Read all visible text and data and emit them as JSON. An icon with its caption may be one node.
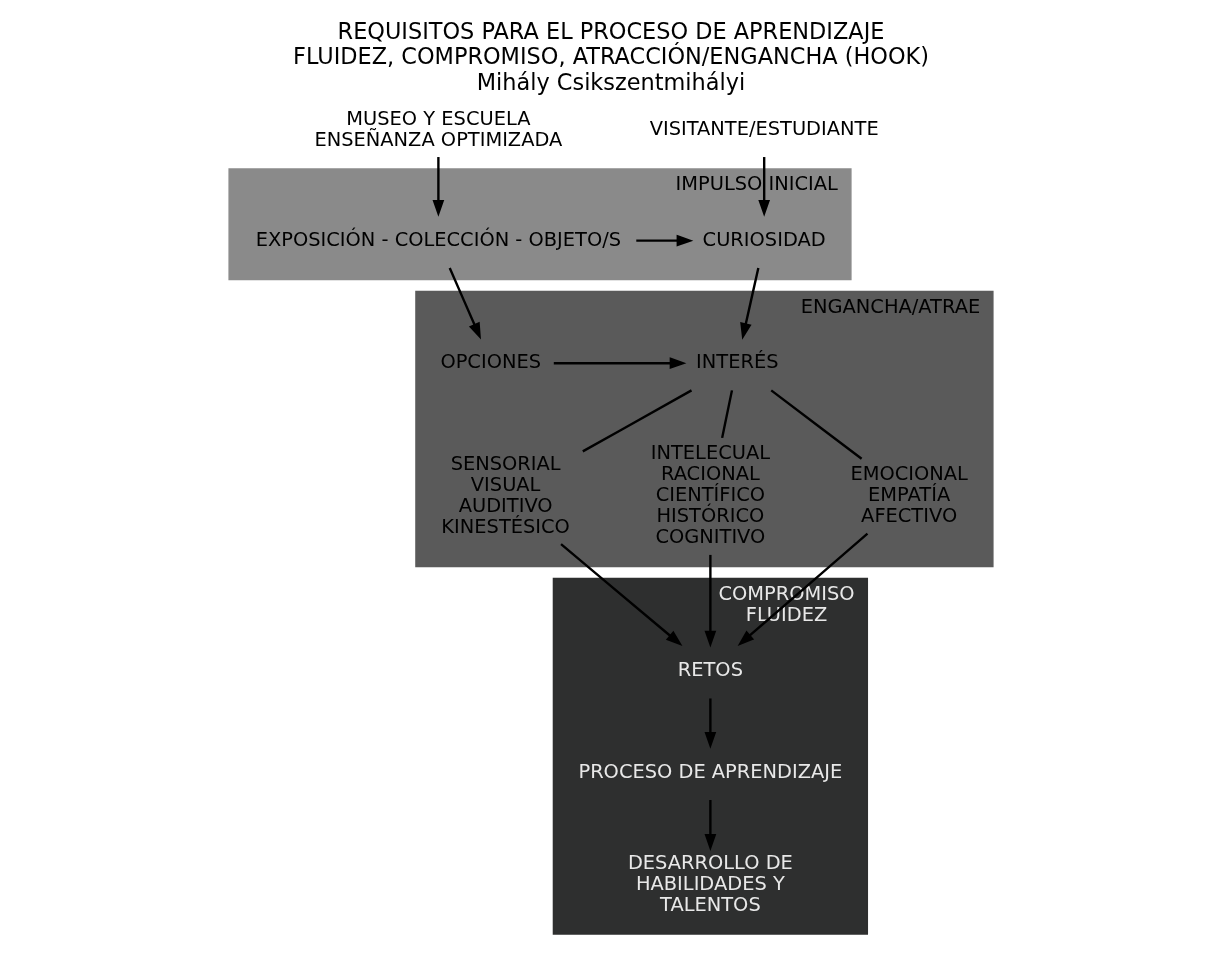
{
  "diagram": {
    "title": "REQUISITOS PARA EL PROCESO DE APRENDIZAJE FLUIDEZ, COMPROMISO, ATRACCIÓN/ENGANCHA (HOOK) Mihály Csikszentmihályi",
    "nodes": [
      {
        "text": [
          "MUSEO Y ESCUELA",
          "ENSEÑANZA OPTIMIZADA"
        ]
      },
      {
        "text": [
          "VISITANTE/ESTUDIANTE"
        ]
      },
      {
        "text": [
          "IMPULSO INICIAL"
        ]
      },
      {
        "text": [
          "EXPOSICIÓN - COLECCIÓN - OBJETO/S"
        ],
        "in": 2
      },
      {
        "text": [
          "CURIOSIDAD"
        ],
        "in": 2
      },
      {
        "text": [
          "ENGANCHA/ATRAE"
        ]
      },
      {
        "text": [
          "OPCIONES"
        ],
        "in": 5
      },
      {
        "text": [
          "INTERÉS"
        ],
        "in": 5
      },
      {
        "text": [
          "SENSORIAL VISUAL AUDITIVO KINESTÉSICO"
        ],
        "in": 5
      },
      {
        "text": [
          "INTELECUAL RACIONAL CIENTÍFICO HISTÓRICO COGNITIVO"
        ],
        "in": 5
      },
      {
        "text": [
          "EMOCIONAL EMPATÍA AFECTIVO"
        ],
        "in": 5
      },
      {
        "text": [
          "COMPROMISO",
          "FLUIDEZ"
        ]
      },
      {
        "text": [
          "RETOS"
        ],
        "in": 11
      },
      {
        "text": [
          "PROCESO DE APRENDIZAJE"
        ],
        "in": 11
      },
      {
        "text": [
          "DESARROLLO DE HABILIDADES Y TALENTOS"
        ],
        "in": 11
      }
    ],
    "edges": [
      {
        "from": 0,
        "to": 3,
        "arrow": "to"
      },
      {
        "from": 1,
        "to": 4,
        "arrow": "to"
      },
      {
        "from": 3,
        "to": 4,
        "arrow": "to"
      },
      {
        "from": 3,
        "to": 6,
        "arrow": "to"
      },
      {
        "from": 4,
        "to": 7,
        "arrow": "to"
      },
      {
        "from": 6,
        "to": 7,
        "arrow": "to"
      },
      {
        "from": 7,
        "to": 8,
        "arrow": "none"
      },
      {
        "from": 7,
        "to": 9,
        "arrow": "none"
      },
      {
        "from": 7,
        "to": 10,
        "arrow": "none"
      },
      {
        "from": 8,
        "to": 12,
        "arrow": "to"
      },
      {
        "from": 9,
        "to": 12,
        "arrow": "to"
      },
      {
        "from": 10,
        "to": 12,
        "arrow": "to"
      },
      {
        "from": 12,
        "to": 13,
        "arrow": "to"
      },
      {
        "from": 13,
        "to": 14,
        "arrow": "to"
      }
    ]
  }
}
